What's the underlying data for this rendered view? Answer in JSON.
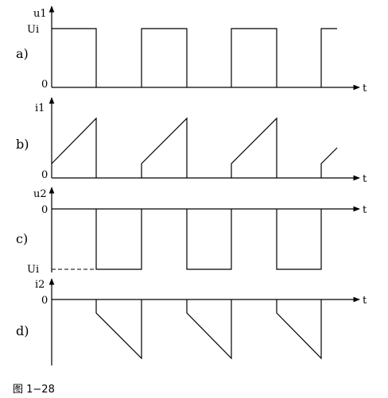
{
  "figure": {
    "caption": "图 1−28",
    "time_label": "t",
    "panels": [
      {
        "id": "a",
        "label": "a)",
        "signal": "u1",
        "level_label": "Ui",
        "zero_label": "0"
      },
      {
        "id": "b",
        "label": "b)",
        "signal": "i1",
        "zero_label": "0"
      },
      {
        "id": "c",
        "label": "c)",
        "signal": "u2",
        "level_label": "Ui",
        "zero_label": "0"
      },
      {
        "id": "d",
        "label": "d)",
        "signal": "i2",
        "zero_label": "0"
      }
    ]
  }
}
